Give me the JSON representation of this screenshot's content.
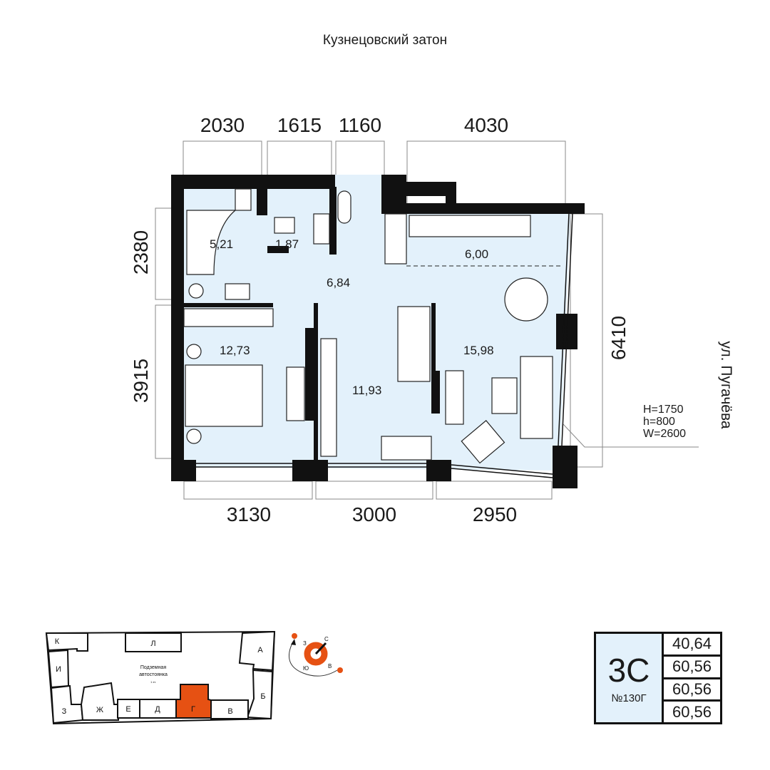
{
  "header": {
    "title": "Кузнецовский затон"
  },
  "dimensions": {
    "top": [
      "2030",
      "1615",
      "1160",
      "4030"
    ],
    "bottom": [
      "3130",
      "3000",
      "2950"
    ],
    "left": [
      "2380",
      "3915"
    ],
    "right": "6410"
  },
  "rooms": [
    {
      "name": "bathroom",
      "area": "5,21"
    },
    {
      "name": "wc",
      "area": "1,87"
    },
    {
      "name": "hall",
      "area": "6,84"
    },
    {
      "name": "kitchen",
      "area": "6,00"
    },
    {
      "name": "bedroom",
      "area": "12,73"
    },
    {
      "name": "room",
      "area": "11,93"
    },
    {
      "name": "living",
      "area": "15,98"
    }
  ],
  "street": "ул. Пугачёва",
  "window_spec": [
    "H=1750",
    "h=800",
    "W=2600"
  ],
  "site_map": {
    "parking_label": [
      "Подземная",
      "автостоянка"
    ],
    "floor_label": "1 эт.",
    "sections": [
      "К",
      "Л",
      "А",
      "И",
      "Б",
      "З",
      "Ж",
      "Е",
      "Д",
      "Г",
      "В"
    ],
    "highlighted": "Г",
    "highlight_color": "#e65113"
  },
  "compass": {
    "n": "С",
    "w": "З",
    "s": "Ю",
    "e": "В"
  },
  "apartment": {
    "type": "3С",
    "number": "№130Г",
    "areas": [
      "40,64",
      "60,56",
      "60,56",
      "60,56"
    ]
  },
  "colors": {
    "room_fill": "#e3f1fb",
    "wall": "#111111",
    "accent": "#e65113"
  }
}
